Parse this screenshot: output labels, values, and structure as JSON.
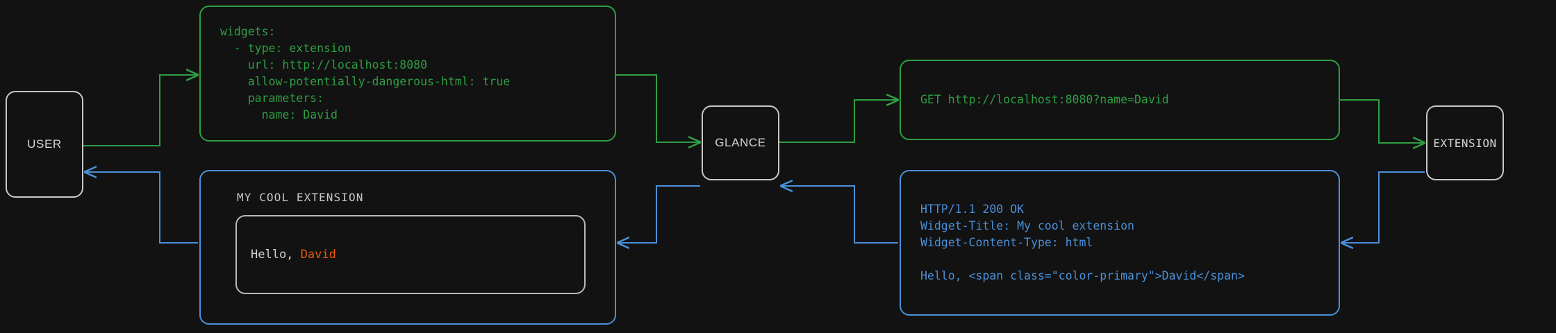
{
  "diagram": {
    "background_color": "#121212",
    "request_color": "#2f9e44",
    "response_color": "#4a90d9",
    "node_border_color": "#c8c8c8",
    "accent_color": "#e8590c"
  },
  "nodes": {
    "user": {
      "label": "USER"
    },
    "glance": {
      "label": "GLANCE"
    },
    "extension": {
      "label": "EXTENSION"
    }
  },
  "messages": {
    "yaml_config": {
      "text": "widgets:\n  - type: extension\n    url: http://localhost:8080\n    allow-potentially-dangerous-html: true\n    parameters:\n      name: David"
    },
    "http_request": {
      "text": "GET http://localhost:8080?name=David"
    },
    "http_response": {
      "text": "HTTP/1.1 200 OK\nWidget-Title: My cool extension\nWidget-Content-Type: html\n\nHello, <span class=\"color-primary\">David</span>"
    }
  },
  "widget_preview": {
    "title": "MY COOL EXTENSION",
    "greeting_prefix": "Hello, ",
    "greeting_name": "David"
  }
}
